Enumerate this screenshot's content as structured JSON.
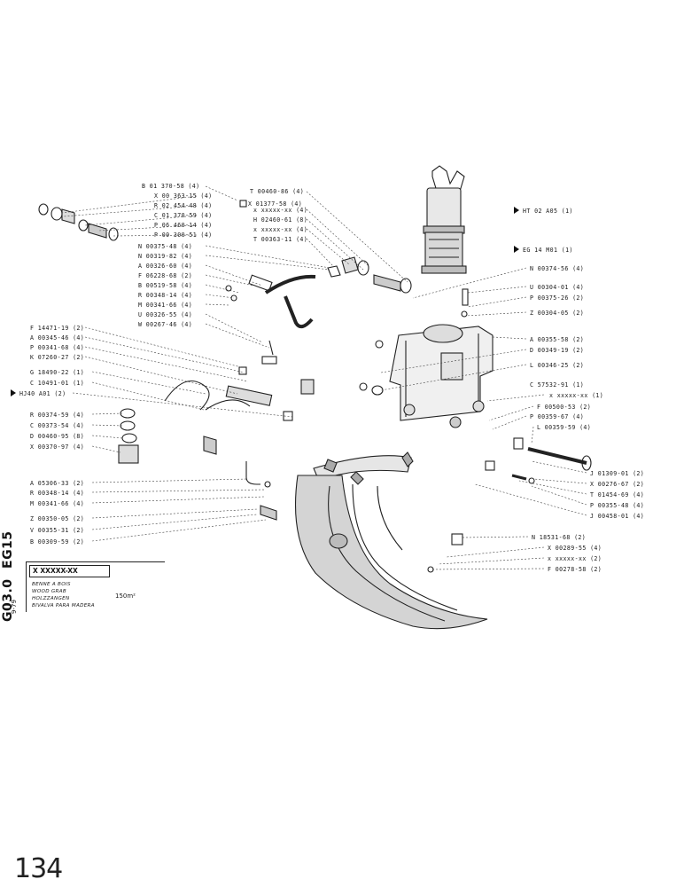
{
  "labels_top": [
    "B 01 370-58 (4)",
    "X 00 363-15 (4)",
    "R 02 454-48 (4)",
    "C 01 370-59 (4)",
    "P 06 460-14 (4)",
    "P 00 300-51 (4)"
  ],
  "labels_left": [
    "N 00375-48 (4)",
    "N 00319-82 (4)",
    "A 00326-60 (4)",
    "F 06228-68 (2)",
    "B 00519-58 (4)",
    "R 00348-14 (4)",
    "M 00341-66 (4)",
    "U 00326-55 (4)",
    "W 00267-46 (4)",
    "F 14471-19 (2)",
    "A 00345-46 (4)",
    "P 00341-68 (4)",
    "K 07260-27 (2)",
    "G 18490-22 (1)",
    "C 10491-01 (1)",
    "HJ40 A01 (2)",
    "R 00374-59 (4)",
    "C 00373-54 (4)",
    "D 00460-95 (8)",
    "X 00370-97 (4)",
    "A 05306-33 (2)",
    "R 00348-14 (4)",
    "M 00341-66 (4)",
    "Z 00350-05 (2)",
    "V 00355-31 (2)",
    "B 00309-59 (2)"
  ],
  "labels_center": [
    "X 01377-58 (4)",
    "T 00460-86 (4)",
    "x xxxxx-xx (4)",
    "H 02460-61 (8)",
    "x xxxxx-xx (4)",
    "T 00363-11 (4)"
  ],
  "labels_right": [
    "HT 02 A05 (1)",
    "EG 14 M01 (1)",
    "N 00374-56 (4)",
    "U 00304-01 (4)",
    "P 00375-26 (2)",
    "Z 00304-05 (2)",
    "A 00355-58 (2)",
    "D 00349-19 (2)",
    "L 00346-25 (2)",
    "C 57532-91 (1)",
    "x xxxxx-xx (1)",
    "F 00500-53 (2)",
    "P 00359-67 (4)",
    "L 00359-59 (4)",
    "J 01309-01 (2)",
    "X 00276-67 (2)",
    "T 01454-69 (4)",
    "P 00355-48 (4)",
    "J 00458-01 (4)",
    "N 18531-68 (2)",
    "X 00289-55 (4)",
    "x xxxxx-xx (2)",
    "F 00278-58 (2)"
  ],
  "side_codes": [
    "EG15",
    "G03.0"
  ],
  "side_date": "9-79",
  "title_box": "X XXXXX-XX",
  "descriptions": [
    "BENNE A BOIS",
    "WOOD GRAB",
    "HOLZZANGEN",
    "BIVALVA PARA MADERA"
  ],
  "volume": "150m²",
  "page_number": "134"
}
